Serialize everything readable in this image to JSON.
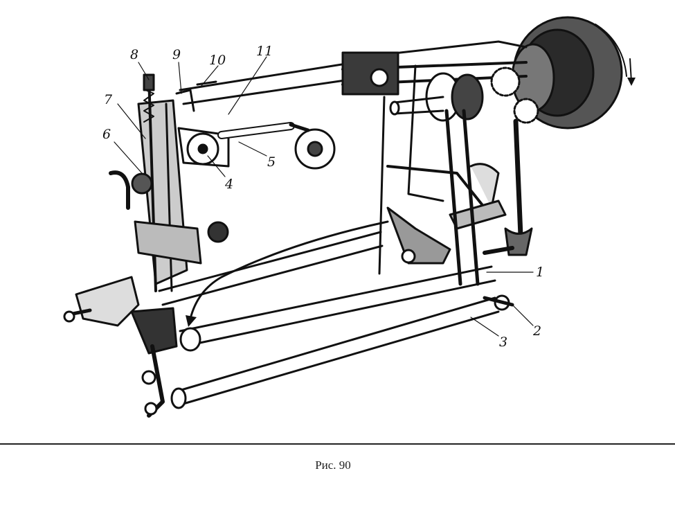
{
  "figure": {
    "caption": "Рис. 90",
    "callouts": [
      "1",
      "2",
      "3",
      "4",
      "5",
      "6",
      "7",
      "8",
      "9",
      "10",
      "11"
    ]
  },
  "colors": {
    "ink": "#111111",
    "paper": "#ffffff",
    "shade": "#3a3a3a",
    "rule": "#222222"
  }
}
